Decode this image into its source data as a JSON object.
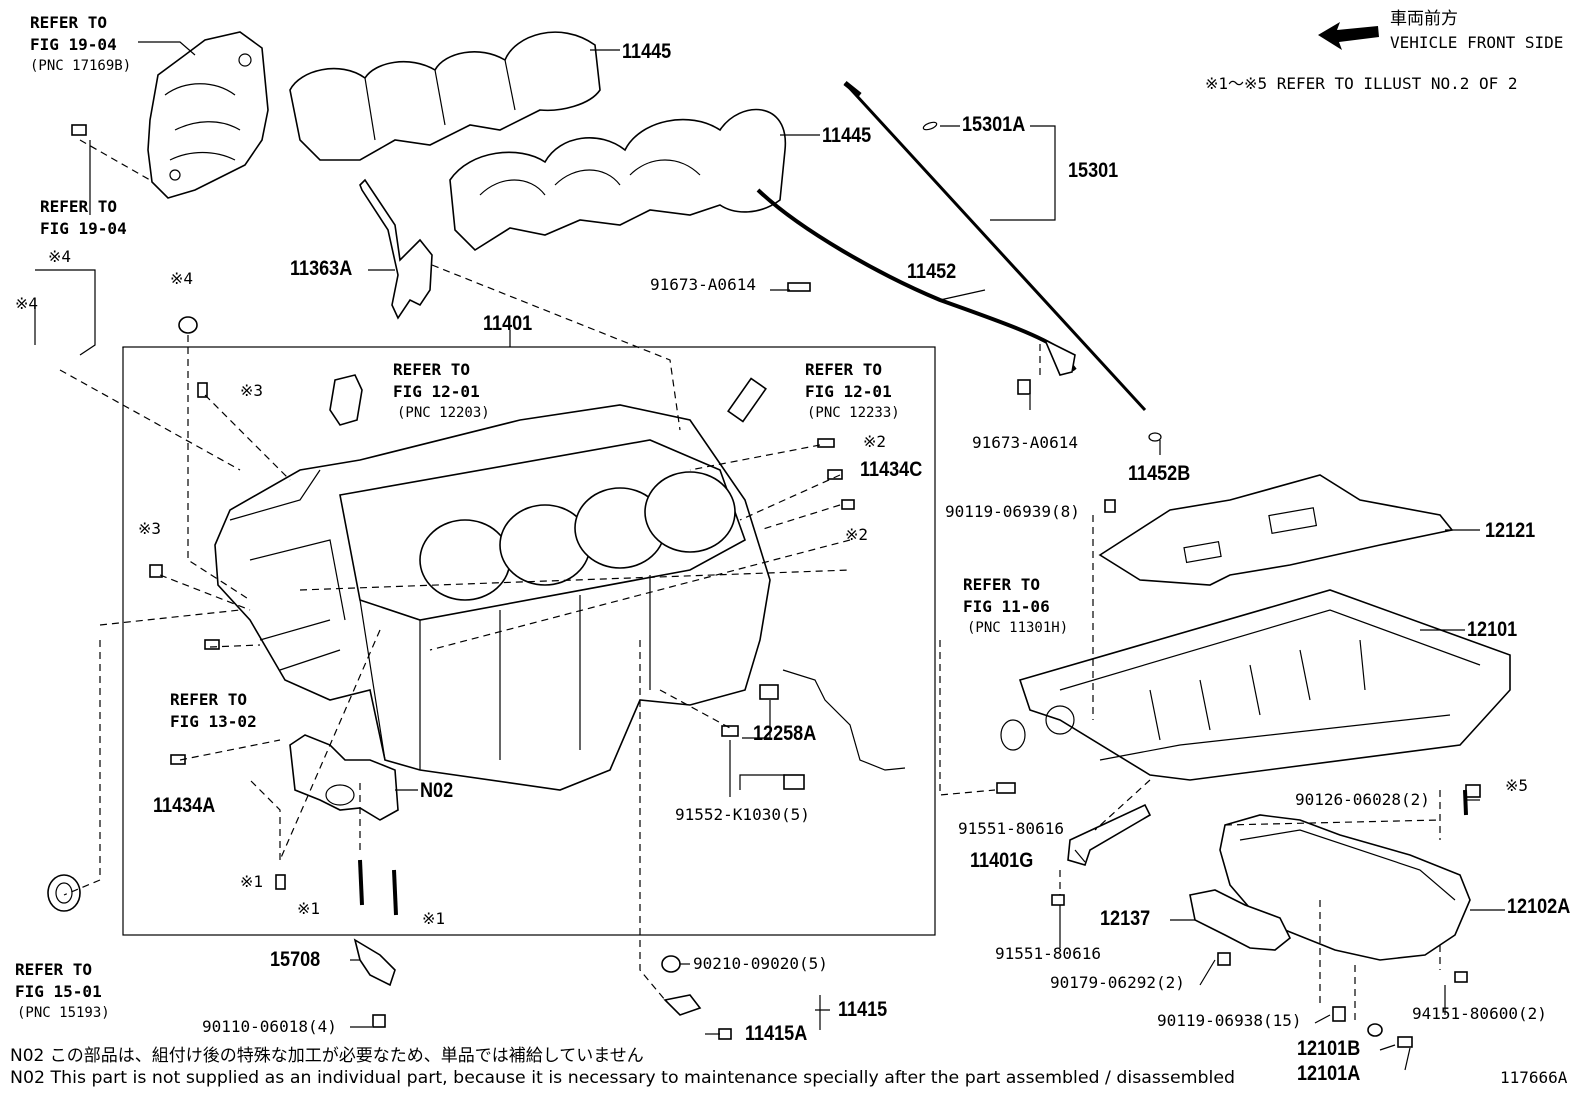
{
  "header": {
    "direction_jp": "車両前方",
    "direction_en": "VEHICLE FRONT SIDE",
    "refer_note": "※1～※5 REFER TO ILLUST NO.2 OF 2"
  },
  "refs": {
    "fig1904_top": {
      "l1": "REFER TO",
      "l2": "FIG 19-04",
      "l3": "(PNC 17169B)"
    },
    "fig1904_bottom": {
      "l1": "REFER TO",
      "l2": "FIG 19-04"
    },
    "fig1201_left": {
      "l1": "REFER TO",
      "l2": "FIG 12-01",
      "l3": "(PNC 12203)"
    },
    "fig1201_right": {
      "l1": "REFER TO",
      "l2": "FIG 12-01",
      "l3": "(PNC 12233)"
    },
    "fig1302": {
      "l1": "REFER TO",
      "l2": "FIG 13-02"
    },
    "fig1106": {
      "l1": "REFER TO",
      "l2": "FIG 11-06",
      "l3": "(PNC 11301H)"
    },
    "fig1501": {
      "l1": "REFER TO",
      "l2": "FIG 15-01",
      "l3": "(PNC 15193)"
    }
  },
  "parts": {
    "p11445a": "11445",
    "p11445b": "11445",
    "p15301A": "15301A",
    "p15301": "15301",
    "p11452": "11452",
    "p11363A": "11363A",
    "p91673a": "91673-A0614",
    "p91673b": "91673-A0614",
    "p11401": "11401",
    "p11452B": "11452B",
    "p11434C": "11434C",
    "p90119_8": "90119-06939(8)",
    "p12121": "12121",
    "p12101": "12101",
    "p12258A": "12258A",
    "p91552": "91552-K1030(5)",
    "p11434A": "11434A",
    "pN02": "N02",
    "p91551a": "91551-80616",
    "p11401G": "11401G",
    "p90126": "90126-06028(2)",
    "p12102A": "12102A",
    "p12137": "12137",
    "p91551b": "91551-80616",
    "p90179": "90179-06292(2)",
    "p15708": "15708",
    "p90210": "90210-09020(5)",
    "p11415": "11415",
    "p11415A": "11415A",
    "p90110": "90110-06018(4)",
    "p90119_15": "90119-06938(15)",
    "p94151": "94151-80600(2)",
    "p12101B": "12101B",
    "p12101A": "12101A"
  },
  "marks": {
    "m4a": "※4",
    "m4b": "※4",
    "m4c": "※4",
    "m3a": "※3",
    "m3b": "※3",
    "m2a": "※2",
    "m2b": "※2",
    "m1a": "※1",
    "m1b": "※1",
    "m1c": "※1",
    "m5": "※5"
  },
  "footer": {
    "note_jp": "N02 この部品は、組付け後の特殊な加工が必要なため、単品では補給していません",
    "note_en": "N02 This part is not supplied as an individual part, because it is necessary to maintenance specially after the part assembled / disassembled",
    "illust_id": "117666A"
  }
}
